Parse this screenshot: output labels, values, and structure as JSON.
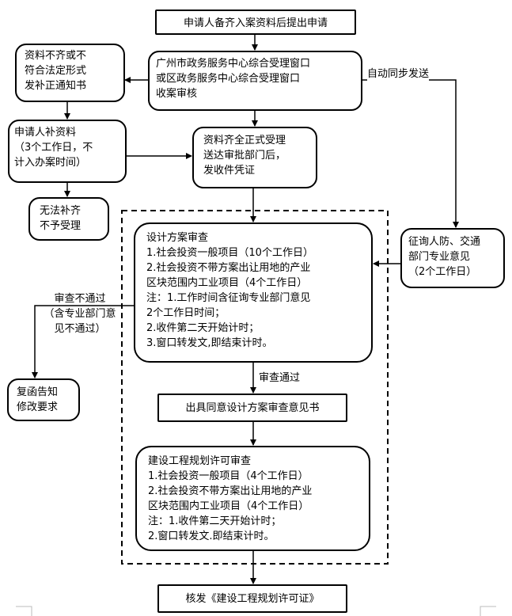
{
  "nodes": {
    "apply": "申请人备齐入案资料后提出申请",
    "center": "广州市政务服务中心综合受理窗口\n或区政务服务中心综合受理窗口\n收案审核",
    "incomplete": "资料不齐或不\n符合法定形式\n发补正通知书",
    "supplement": "申请人补资料\n（3个工作日，不\n计入办案时间）",
    "reject": "无法补齐\n不予受理",
    "accept": "资料齐全正式受理\n送达审批部门后，\n发收件凭证",
    "consult": "征询人防、交通\n部门专业意见\n（2个工作日）",
    "design_review": "设计方案审查\n1.社会投资一般项目（10个工作日）\n2.社会投资不带方案出让用地的产业\n区块范围内工业项目（4个工作日）\n注：1.工作时间含征询专业部门意见\n      2个工作日时间；\n    2.收件第二天开始计时；\n    3.窗口转发文,即结束计时。",
    "notify": "复函告知\n修改要求",
    "opinion": "出具同意设计方案审查意见书",
    "permit_review": "建设工程规划许可审查\n1.社会投资一般项目（4个工作日）\n2.社会投资不带方案出让用地的产业\n区块范围内工业项目（4个工作日）\n注：1.收件第二天开始计时；\n    2.窗口转发文.即结束计时。",
    "issue": "核发《建设工程规划许可证》"
  },
  "edge_labels": {
    "auto_sync": "自动同步发送",
    "review_fail": "审查不通过\n（含专业部门意\n见不通过）",
    "review_pass": "审查通过"
  }
}
